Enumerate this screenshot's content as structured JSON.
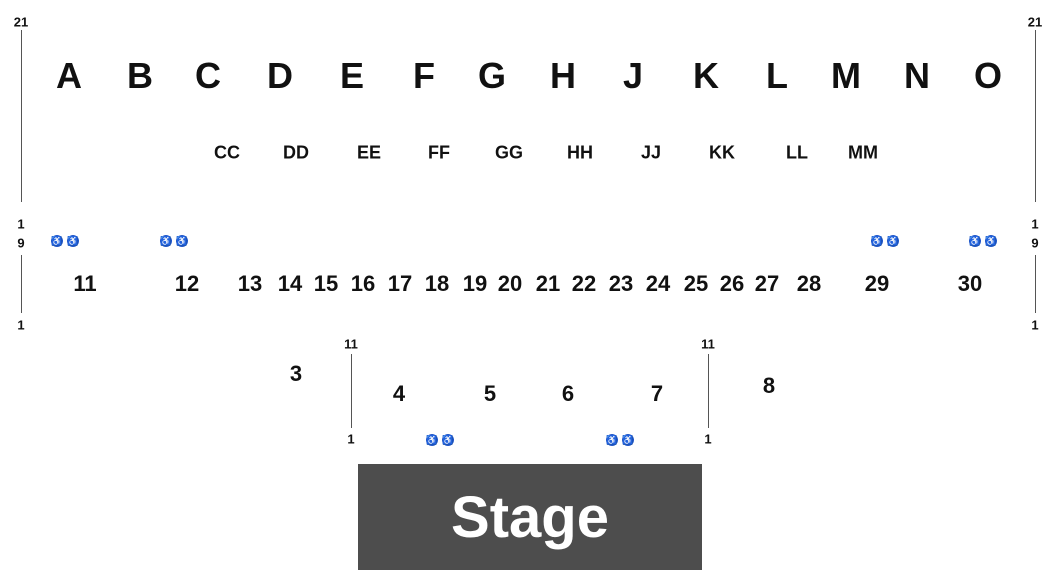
{
  "colors": {
    "accessible_icon": "#1f55c8",
    "stage": "#4d4d4d"
  },
  "back_sections": [
    "A",
    "B",
    "C",
    "D",
    "E",
    "F",
    "G",
    "H",
    "J",
    "K",
    "L",
    "M",
    "N",
    "O"
  ],
  "mid_sections": [
    "CC",
    "DD",
    "EE",
    "FF",
    "GG",
    "HH",
    "JJ",
    "KK",
    "LL",
    "MM"
  ],
  "floor_sections": [
    "11",
    "12",
    "13",
    "14",
    "15",
    "16",
    "17",
    "18",
    "19",
    "20",
    "21",
    "22",
    "23",
    "24",
    "25",
    "26",
    "27",
    "28",
    "29",
    "30"
  ],
  "front_sections": [
    "3",
    "4",
    "5",
    "6",
    "7",
    "8"
  ],
  "row_markers": {
    "outer_top": "21",
    "outer_mid_1": "1",
    "outer_mid_9": "9",
    "outer_bottom": "1",
    "inner_top": "11",
    "inner_bottom": "1"
  },
  "accessible_icon": {
    "name": "wheelchair-icon",
    "glyph": "♿"
  },
  "stage": {
    "label": "Stage"
  }
}
